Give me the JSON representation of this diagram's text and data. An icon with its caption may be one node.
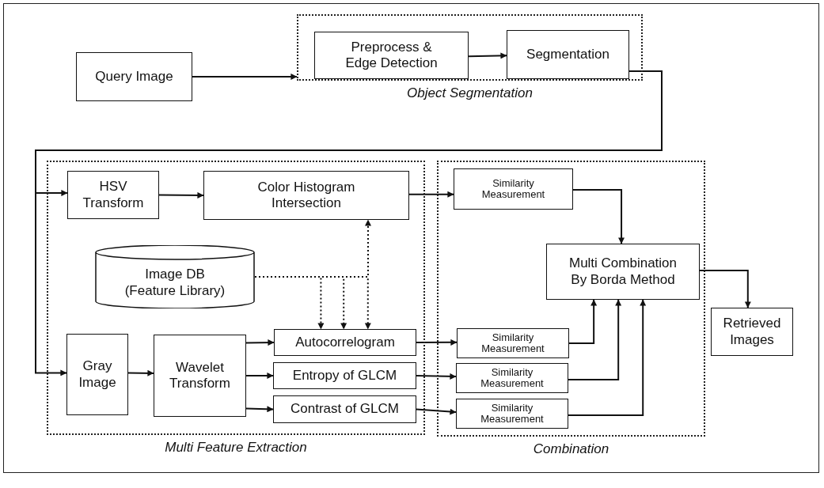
{
  "diagram": {
    "nodes": [
      {
        "text": [
          "Object Segmentation"
        ]
      },
      {
        "text": [
          "Query Image"
        ]
      },
      {
        "text": [
          "Preprocess & Edge Detection"
        ],
        "in": 0
      },
      {
        "text": [
          "Segmentation"
        ],
        "in": 0
      },
      {
        "text": [
          "Multi Feature Extraction"
        ]
      },
      {
        "text": [
          "HSV Transform"
        ],
        "in": 4
      },
      {
        "text": [
          "Color Histogram Intersection"
        ],
        "in": 4
      },
      {
        "text": [
          "Image DB (Feature Library)"
        ],
        "in": 4
      },
      {
        "text": [
          "Gray Image"
        ],
        "in": 4
      },
      {
        "text": [
          "Wavelet Transform"
        ],
        "in": 4
      },
      {
        "text": [
          "Autocorrelogram"
        ],
        "in": 4
      },
      {
        "text": [
          "Entropy of GLCM"
        ],
        "in": 4
      },
      {
        "text": [
          "Contrast of GLCM"
        ],
        "in": 4
      },
      {
        "text": [
          "Combination"
        ]
      },
      {
        "text": [
          "Similarity Measurement"
        ],
        "in": 13
      },
      {
        "text": [
          "Multi Combination By Borda Method"
        ],
        "in": 13
      },
      {
        "text": [
          "Similarity Measurement"
        ],
        "in": 13
      },
      {
        "text": [
          "Similarity Measurement"
        ],
        "in": 13
      },
      {
        "text": [
          "Similarity Measurement"
        ],
        "in": 13
      },
      {
        "text": [
          "Retrieved Images"
        ]
      }
    ],
    "edges": [
      {
        "from": 1,
        "to": 0,
        "arrow": "to"
      },
      {
        "from": 2,
        "to": 3,
        "arrow": "to"
      },
      {
        "from": 3,
        "to": 5,
        "arrow": "to"
      },
      {
        "from": 3,
        "to": 8,
        "arrow": "to"
      },
      {
        "from": 5,
        "to": 6,
        "arrow": "to"
      },
      {
        "from": 6,
        "to": 14,
        "arrow": "to"
      },
      {
        "from": 7,
        "to": 6,
        "arrow": "to",
        "style": "dashed"
      },
      {
        "from": 7,
        "to": 10,
        "arrow": "to",
        "style": "dashed"
      },
      {
        "from": 7,
        "to": 10,
        "arrow": "to",
        "style": "dashed"
      },
      {
        "from": 7,
        "to": 10,
        "arrow": "to",
        "style": "dashed"
      },
      {
        "from": 8,
        "to": 9,
        "arrow": "to"
      },
      {
        "from": 9,
        "to": 10,
        "arrow": "to"
      },
      {
        "from": 9,
        "to": 11,
        "arrow": "to"
      },
      {
        "from": 9,
        "to": 12,
        "arrow": "to"
      },
      {
        "from": 10,
        "to": 16,
        "arrow": "to"
      },
      {
        "from": 11,
        "to": 17,
        "arrow": "to"
      },
      {
        "from": 12,
        "to": 18,
        "arrow": "to"
      },
      {
        "from": 14,
        "to": 15,
        "arrow": "to"
      },
      {
        "from": 16,
        "to": 15,
        "arrow": "to"
      },
      {
        "from": 17,
        "to": 15,
        "arrow": "to"
      },
      {
        "from": 18,
        "to": 15,
        "arrow": "to"
      },
      {
        "from": 15,
        "to": 19,
        "arrow": "to"
      }
    ]
  }
}
